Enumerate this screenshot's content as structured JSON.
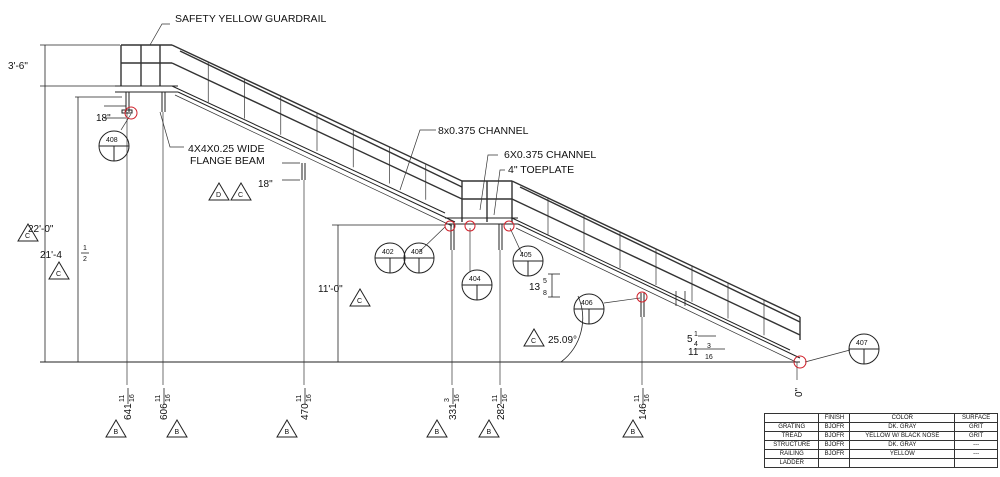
{
  "labels": {
    "guardrail": "SAFETY YELLOW GUARDRAIL",
    "beam_line1": "4X4X0.25 WIDE",
    "beam_line2": "FLANGE BEAM",
    "channel_8": "8x0.375 CHANNEL",
    "channel_6": "6X0.375 CHANNEL",
    "toeplate": "4\" TOEPLATE"
  },
  "dimensions": {
    "rail_height": "3'-6\"",
    "total_height": "22'-0\"",
    "landing_height_whole": "21'-4",
    "landing_height_frac_num": "1",
    "landing_height_frac_den": "2",
    "mid_height": "11'-0\"",
    "post_18_left": "18\"",
    "post_18_mid": "18\"",
    "angle": "25.09°",
    "riser_whole": "13",
    "riser_num": "5",
    "riser_den": "8",
    "tread_a_whole": "5",
    "tread_a_num": "1",
    "tread_a_den": "4",
    "tread_b_whole": "11",
    "tread_b_num": "3",
    "tread_b_den": "16",
    "zero": "0\""
  },
  "baseline_dims": [
    {
      "whole": "641",
      "num": "11",
      "den": "16",
      "tag": "B"
    },
    {
      "whole": "606",
      "num": "11",
      "den": "16",
      "tag": "B"
    },
    {
      "whole": "470",
      "num": "11",
      "den": "16",
      "tag": "B"
    },
    {
      "whole": "331",
      "num": "3",
      "den": "16",
      "tag": "B"
    },
    {
      "whole": "282",
      "num": "11",
      "den": "16",
      "tag": "B"
    },
    {
      "whole": "146",
      "num": "11",
      "den": "16",
      "tag": "B"
    }
  ],
  "tags": {
    "c": "C",
    "d": "D"
  },
  "details": {
    "d408": "408",
    "d402": "402",
    "d403": "403",
    "d404": "404",
    "d405": "405",
    "d406": "406",
    "d407": "407"
  },
  "paint_table": {
    "headers": [
      "",
      "FINISH",
      "COLOR",
      "SURFACE"
    ],
    "rows": [
      [
        "GRATING",
        "BJOFR",
        "DK. GRAY",
        "GRIT"
      ],
      [
        "TREAD",
        "BJOFR",
        "YELLOW W/ BLACK NOSE",
        "GRIT"
      ],
      [
        "STRUCTURE",
        "BJOFR",
        "DK. GRAY",
        "---"
      ],
      [
        "RAILING",
        "BJOFR",
        "YELLOW",
        "---"
      ],
      [
        "LADDER",
        "",
        "",
        ""
      ]
    ]
  },
  "colors": {
    "line": "#222222",
    "callout_red": "#d0212b",
    "background": "#ffffff"
  }
}
